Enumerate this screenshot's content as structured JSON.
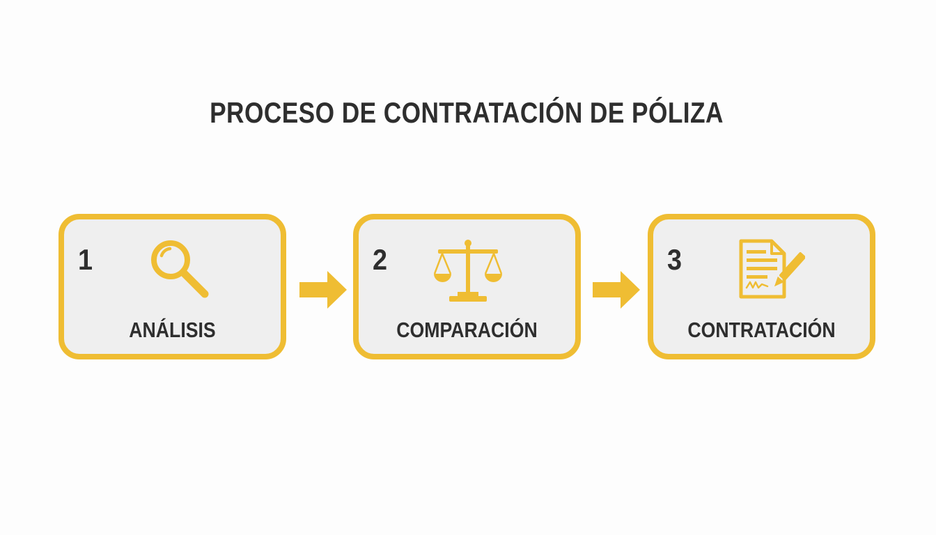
{
  "title": "PROCESO DE CONTRATACIÓN DE PÓLIZA",
  "accent_color": "#efbd33",
  "steps": [
    {
      "number": "1",
      "label": "ANÁLISIS",
      "icon": "magnifying-glass-icon"
    },
    {
      "number": "2",
      "label": "COMPARACIÓN",
      "icon": "balance-scale-icon"
    },
    {
      "number": "3",
      "label": "CONTRATACIÓN",
      "icon": "signed-document-icon"
    }
  ]
}
